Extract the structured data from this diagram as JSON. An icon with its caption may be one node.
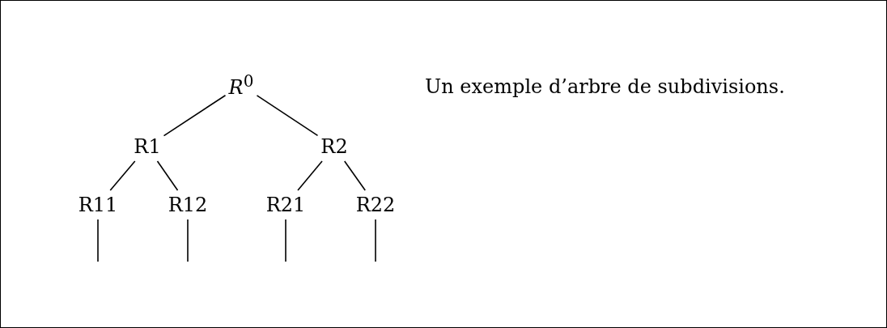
{
  "diagram": {
    "nodes": [
      {
        "text": [
          "*R*$^{0}$"
        ]
      },
      {
        "text": [
          "R1"
        ]
      },
      {
        "text": [
          "R2"
        ]
      },
      {
        "text": [
          "R11"
        ]
      },
      {
        "text": [
          "R12"
        ]
      },
      {
        "text": [
          "R21"
        ]
      },
      {
        "text": [
          "R22"
        ]
      }
    ],
    "edges": [
      {
        "from": 0,
        "to": 1,
        "arrow": "none"
      },
      {
        "from": 0,
        "to": 2,
        "arrow": "none"
      },
      {
        "from": 1,
        "to": 3,
        "arrow": "none"
      },
      {
        "from": 1,
        "to": 4,
        "arrow": "none"
      },
      {
        "from": 2,
        "to": 5,
        "arrow": "none"
      },
      {
        "from": 2,
        "to": 6,
        "arrow": "none"
      },
      {
        "from": 3,
        "to": null,
        "arrow": "none"
      },
      {
        "from": 4,
        "to": null,
        "arrow": "none"
      },
      {
        "from": 5,
        "to": null,
        "arrow": "none"
      },
      {
        "from": 6,
        "to": null,
        "arrow": "none"
      }
    ],
    "labels": [
      "Un exemple d’arbre de subdivisions."
    ]
  }
}
